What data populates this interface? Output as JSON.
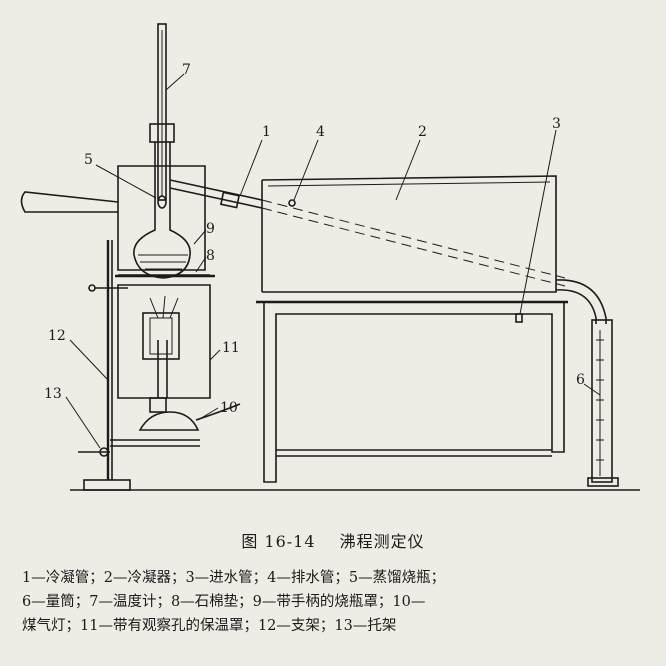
{
  "diagram": {
    "labels": [
      {
        "id": "1",
        "text": "1"
      },
      {
        "id": "2",
        "text": "2"
      },
      {
        "id": "3",
        "text": "3"
      },
      {
        "id": "4",
        "text": "4"
      },
      {
        "id": "5",
        "text": "5"
      },
      {
        "id": "6",
        "text": "6"
      },
      {
        "id": "7",
        "text": "7"
      },
      {
        "id": "8",
        "text": "8"
      },
      {
        "id": "9",
        "text": "9"
      },
      {
        "id": "10",
        "text": "10"
      },
      {
        "id": "11",
        "text": "11"
      },
      {
        "id": "12",
        "text": "12"
      },
      {
        "id": "13",
        "text": "13"
      }
    ]
  },
  "caption": {
    "figure_number": "图 16-14",
    "title": "沸程测定仪"
  },
  "legend": {
    "lines": [
      "1—冷凝管；2—冷凝器；3—进水管；4—排水管；5—蒸馏烧瓶；",
      "6—量筒；7—温度计；8—石棉垫；9—带手柄的烧瓶罩；10—",
      "煤气灯；11—带有观察孔的保温罩；12—支架；13—托架"
    ]
  }
}
